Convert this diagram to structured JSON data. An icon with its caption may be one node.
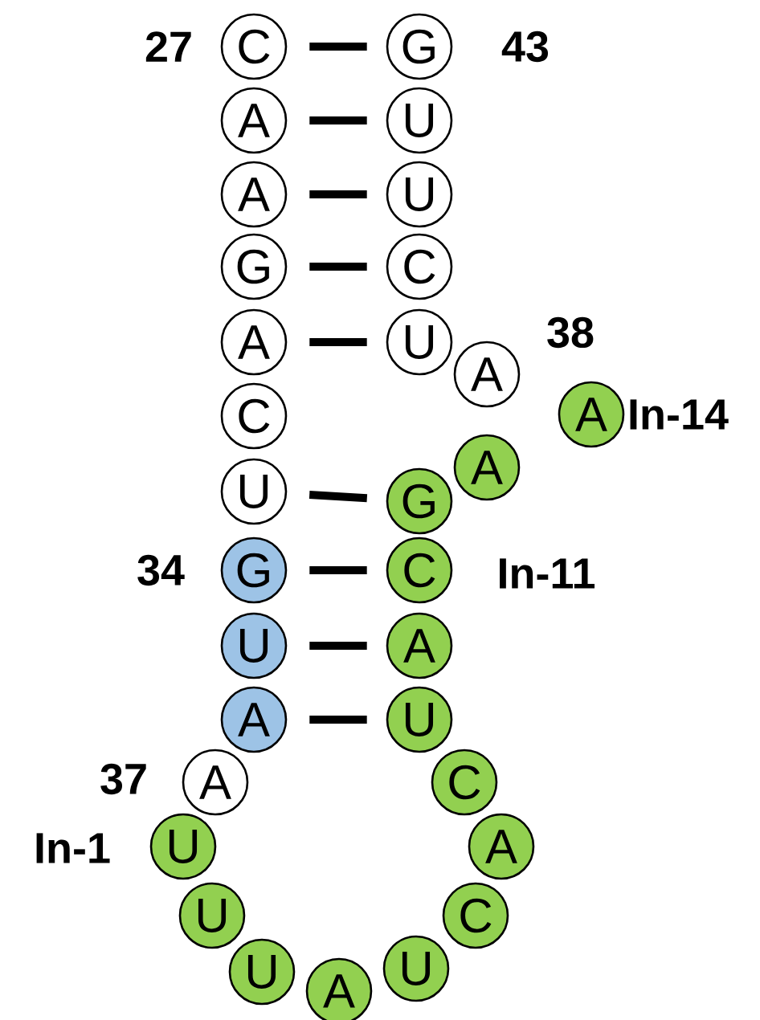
{
  "diagram": {
    "nodes": [
      {
        "text": [
          "C"
        ],
        "beside": [
          "27"
        ]
      },
      {
        "text": [
          "A"
        ]
      },
      {
        "text": [
          "A"
        ]
      },
      {
        "text": [
          "G"
        ]
      },
      {
        "text": [
          "A"
        ]
      },
      {
        "text": [
          "C"
        ]
      },
      {
        "text": [
          "U"
        ]
      },
      {
        "text": [
          "G"
        ],
        "beside": [
          "34"
        ]
      },
      {
        "text": [
          "U"
        ]
      },
      {
        "text": [
          "A"
        ]
      },
      {
        "text": [
          "A"
        ],
        "beside": [
          "37"
        ]
      },
      {
        "text": [
          "U"
        ],
        "beside": [
          "In-1"
        ]
      },
      {
        "text": [
          "U"
        ]
      },
      {
        "text": [
          "U"
        ]
      },
      {
        "text": [
          "A"
        ]
      },
      {
        "text": [
          "U"
        ]
      },
      {
        "text": [
          "C"
        ]
      },
      {
        "text": [
          "A"
        ]
      },
      {
        "text": [
          "C"
        ]
      },
      {
        "text": [
          "U"
        ]
      },
      {
        "text": [
          "A"
        ]
      },
      {
        "text": [
          "C"
        ],
        "beside": [
          "In-11"
        ]
      },
      {
        "text": [
          "G"
        ]
      },
      {
        "text": [
          "A"
        ]
      },
      {
        "text": [
          "A"
        ],
        "beside": [
          "In-14"
        ]
      },
      {
        "text": [
          "A"
        ],
        "beside": [
          "38"
        ]
      },
      {
        "text": [
          "U"
        ]
      },
      {
        "text": [
          "C"
        ]
      },
      {
        "text": [
          "U"
        ]
      },
      {
        "text": [
          "U"
        ]
      },
      {
        "text": [
          "G"
        ],
        "beside": [
          "43"
        ]
      }
    ],
    "edges": [
      {
        "from": 0,
        "to": 30,
        "arrow": "none"
      },
      {
        "from": 1,
        "to": 29,
        "arrow": "none"
      },
      {
        "from": 2,
        "to": 28,
        "arrow": "none"
      },
      {
        "from": 3,
        "to": 27,
        "arrow": "none"
      },
      {
        "from": 4,
        "to": 26,
        "arrow": "none"
      },
      {
        "from": 6,
        "to": 22,
        "arrow": "none"
      },
      {
        "from": 7,
        "to": 21,
        "arrow": "none"
      },
      {
        "from": 8,
        "to": 20,
        "arrow": "none"
      },
      {
        "from": 9,
        "to": 19,
        "arrow": "none"
      }
    ]
  }
}
